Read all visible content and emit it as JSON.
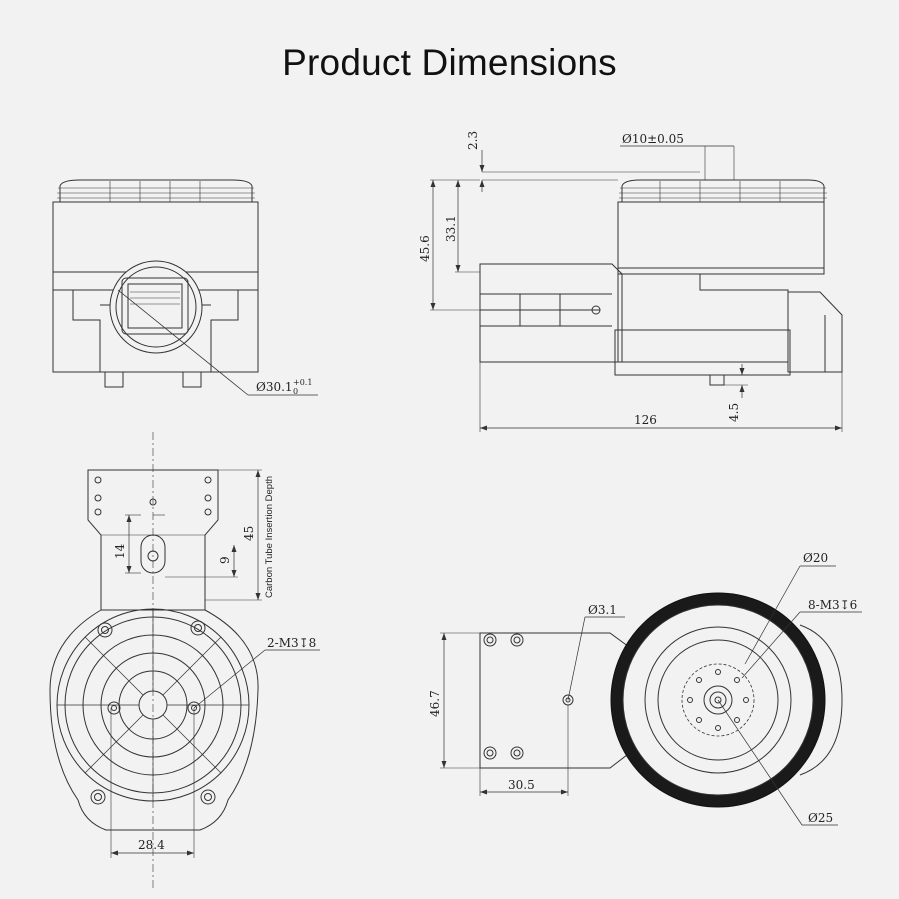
{
  "title": "Product Dimensions",
  "labels": {
    "front_tube_dia": "Ø30.1",
    "front_tube_tol_upper": "+0.1",
    "front_tube_tol_lower": "0",
    "side_thickness": "2.3",
    "side_shaft_dia": "Ø10±0.05",
    "side_total_height": "45.6",
    "side_motor_height": "33.1",
    "side_foot": "4.5",
    "side_length": "126",
    "bottom_depth_label": "Carbon Tube Insertion Depth",
    "bottom_depth": "45",
    "bottom_slot_len": "14",
    "bottom_slot_pos": "9",
    "bottom_holes": "2-M3↧8",
    "bottom_spacing": "28.4",
    "top_hole_dia": "Ø3.1",
    "top_inner_dia": "Ø20",
    "top_screws": "8-M3↧6",
    "top_height": "46.7",
    "top_offset": "30.5",
    "top_outer_dia": "Ø25"
  },
  "colors": {
    "line": "#333333",
    "background": "#f2f2f2",
    "ring": "#1a1a1a"
  }
}
